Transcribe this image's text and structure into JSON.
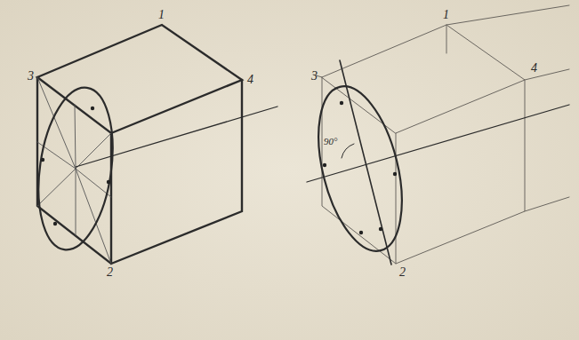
{
  "diagram": {
    "labels": [
      "1",
      "3",
      "4",
      "2",
      "1",
      "3",
      "4",
      "2",
      "90°"
    ]
  }
}
